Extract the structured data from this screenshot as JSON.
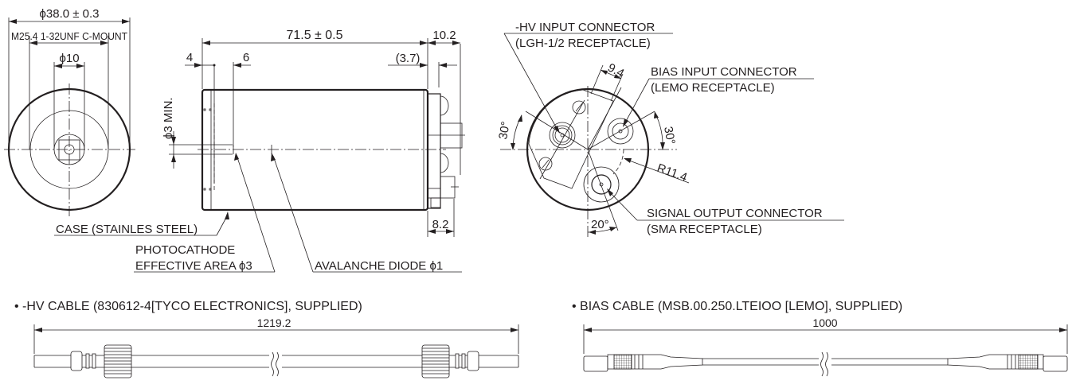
{
  "colors": {
    "ink": "#231f20",
    "background": "#ffffff"
  },
  "front_view": {
    "outer_diameter": "ϕ38.0 ± 0.3",
    "mount_thread": "M25.4 1-32UNF C-MOUNT",
    "window_diameter": "ϕ10"
  },
  "side_view": {
    "body_length": "71.5 ± 0.5",
    "rear_connector_length": "10.2",
    "dim_4": "4",
    "dim_6": "6",
    "dim_3_7": "(3.7)",
    "dim_8_2": "8.2",
    "photocathode_min": "ϕ3 MIN.",
    "case_label": "CASE (STAINLES STEEL)",
    "photocathode_label_line1": "PHOTOCATHODE",
    "photocathode_label_line2": "EFFECTIVE AREA ϕ3",
    "avalanche_label": "AVALANCHE DIODE ϕ1"
  },
  "rear_view": {
    "hv_connector_line1": "-HV INPUT CONNECTOR",
    "hv_connector_line2": "(LGH-1/2 RECEPTACLE)",
    "bias_connector_line1": "BIAS INPUT CONNECTOR",
    "bias_connector_line2": "(LEMO RECEPTACLE)",
    "signal_connector_line1": "SIGNAL OUTPUT CONNECTOR",
    "signal_connector_line2": "(SMA RECEPTACLE)",
    "dim_9_4": "9.4",
    "angle_left": "30°",
    "angle_right": "30°",
    "angle_bottom": "20°",
    "radius": "R11.4"
  },
  "cables": [
    {
      "title": "• -HV CABLE (830612-4[TYCO ELECTRONICS], SUPPLIED)",
      "length": "1219.2"
    },
    {
      "title": "• BIAS CABLE (MSB.00.250.LTEIOO [LEMO], SUPPLIED)",
      "length": "1000"
    }
  ]
}
